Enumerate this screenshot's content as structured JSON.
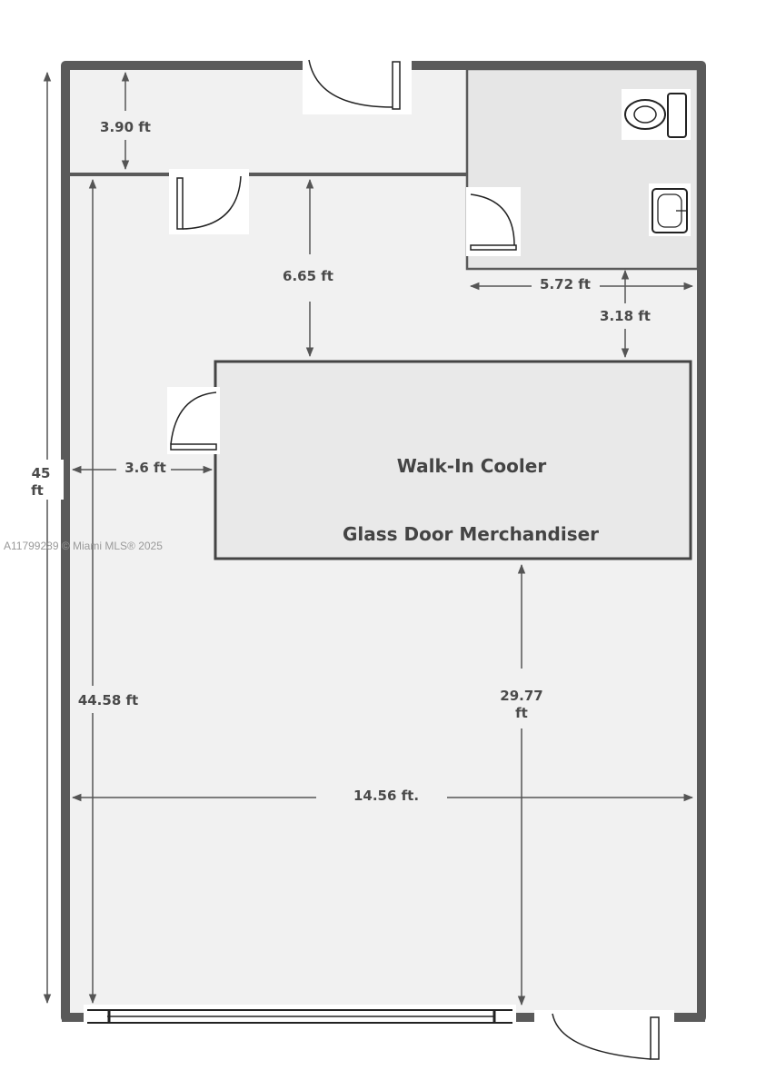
{
  "plan": {
    "cooler_label": "Walk-In Cooler",
    "merchandiser_label": "Glass Door Merchandiser",
    "watermark": "A11799289 © Miami MLS® 2025",
    "dimensions": {
      "total_height_num": "45",
      "total_height_unit": "ft",
      "upper_room_depth": "3.90 ft",
      "hall_to_cooler": "6.65 ft",
      "bathroom_width": "5.72 ft",
      "bathroom_to_cooler": "3.18 ft",
      "wall_to_cooler": "3.6 ft",
      "main_length": "44.58 ft",
      "cooler_to_front_num": "29.77",
      "cooler_to_front_unit": "ft",
      "total_width": "14.56 ft."
    }
  },
  "colors": {
    "wall": "#5a5a5a",
    "floor": "#f1f1f1",
    "bath": "#e6e6e6",
    "cooler": "#e9e9e9"
  }
}
